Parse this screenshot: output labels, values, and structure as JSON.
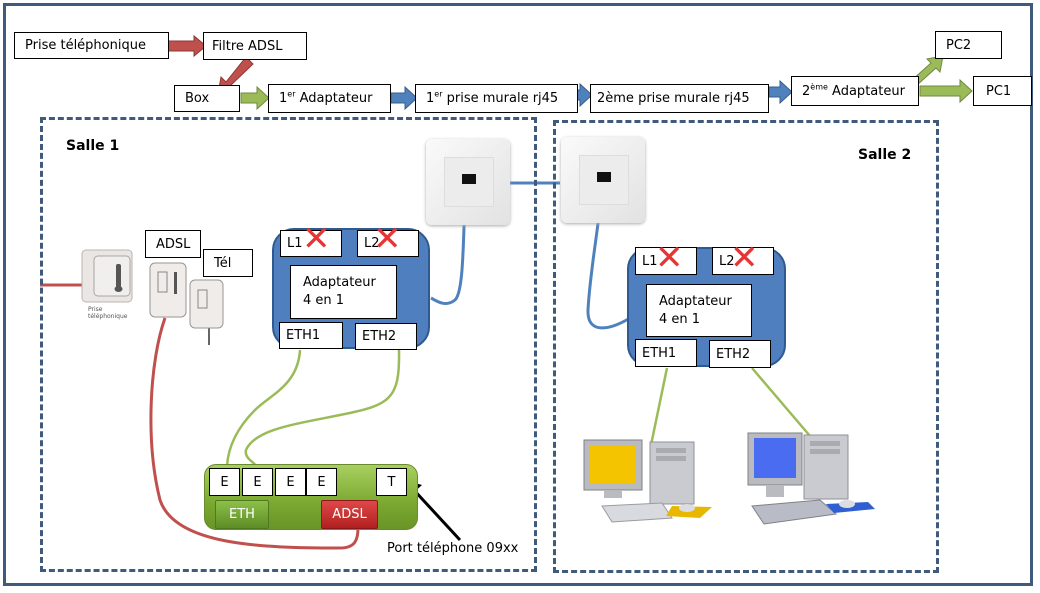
{
  "flow": {
    "prise_telephonique": "Prise téléphonique",
    "filtre_adsl": "Filtre ADSL",
    "box": "Box",
    "adaptateur_1": {
      "num": "1",
      "sup": "er",
      "text": " Adaptateur"
    },
    "prise_murale_1": {
      "num": "1",
      "sup": "er",
      "text": " prise murale rj45"
    },
    "prise_murale_2": "2ème prise murale rj45",
    "adaptateur_2": {
      "num": "2",
      "sup": "ème",
      "text": " Adaptateur"
    },
    "pc2": "PC2",
    "pc1": "PC1"
  },
  "salle1": {
    "title": "Salle 1",
    "filter_labels": {
      "adsl": "ADSL",
      "tel": "Tél"
    },
    "wall_socket_caption": [
      "Prise",
      "téléphonique"
    ],
    "adapter": {
      "ports_top": [
        "L1",
        "L2"
      ],
      "name_lines": [
        "Adaptateur",
        "4 en 1"
      ],
      "ports_bottom": [
        "ETH1",
        "ETH2"
      ]
    },
    "router": {
      "ports": [
        "E",
        "E",
        "E",
        "E"
      ],
      "phone_port": "T",
      "eth_button": "ETH",
      "adsl_button": "ADSL"
    },
    "phone_port_annotation": "Port téléphone  09xx"
  },
  "salle2": {
    "title": "Salle 2",
    "adapter": {
      "ports_top": [
        "L1",
        "L2"
      ],
      "name_lines": [
        "Adaptateur",
        "4 en 1"
      ],
      "ports_bottom": [
        "ETH1",
        "ETH2"
      ]
    },
    "computers": [
      {
        "name": "computer-yellow-screen",
        "screen_color": "#f5c400",
        "pad_color": "#e8b800"
      },
      {
        "name": "computer-blue-screen",
        "screen_color": "#4a6cf0",
        "pad_color": "#2f5fd0"
      }
    ]
  },
  "colors": {
    "frame": "#3f5a7a",
    "arrow_red": "#c0504d",
    "arrow_green": "#9bbb59",
    "arrow_blue": "#4f81bd",
    "adapter_blue": "#4f7fbf",
    "cross_red": "#e53535",
    "cable_red": "#c0504d",
    "cable_green": "#9bbb59",
    "cable_blue": "#4f81bd"
  }
}
